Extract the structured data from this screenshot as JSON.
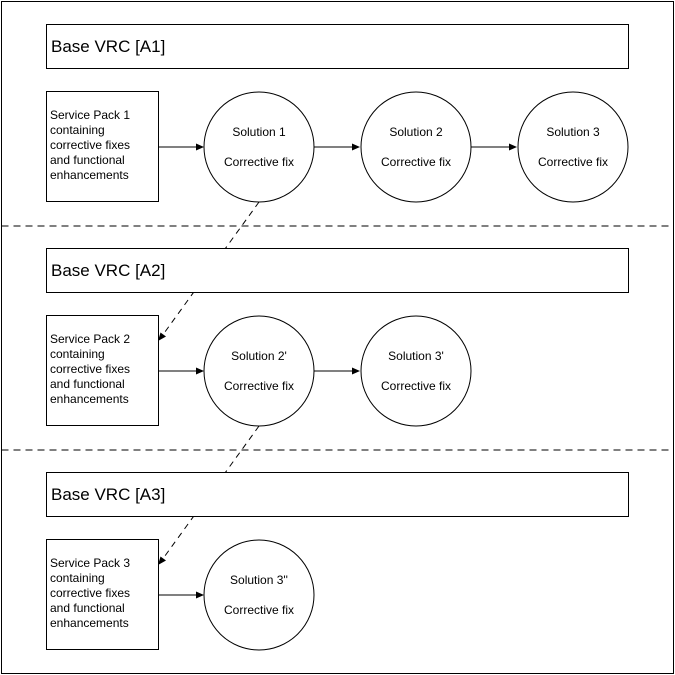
{
  "sections": [
    {
      "base_title": "Base VRC [A1]",
      "service_pack": {
        "lines": [
          "Service Pack 1",
          "containing",
          "corrective fixes",
          "and functional",
          "enhancements"
        ]
      },
      "solutions": [
        {
          "name": "Solution 1",
          "type": "Corrective fix"
        },
        {
          "name": "Solution 2",
          "type": "Corrective fix"
        },
        {
          "name": "Solution 3",
          "type": "Corrective fix"
        }
      ]
    },
    {
      "base_title": "Base VRC [A2]",
      "service_pack": {
        "lines": [
          "Service Pack 2",
          "containing",
          "corrective fixes",
          "and functional",
          "enhancements"
        ]
      },
      "solutions": [
        {
          "name": "Solution 2'",
          "type": "Corrective fix"
        },
        {
          "name": "Solution 3'",
          "type": "Corrective fix"
        }
      ]
    },
    {
      "base_title": "Base VRC [A3]",
      "service_pack": {
        "lines": [
          "Service Pack 3",
          "containing",
          "corrective fixes",
          "and functional",
          "enhancements"
        ]
      },
      "solutions": [
        {
          "name": "Solution 3''",
          "type": "Corrective fix"
        }
      ]
    }
  ]
}
